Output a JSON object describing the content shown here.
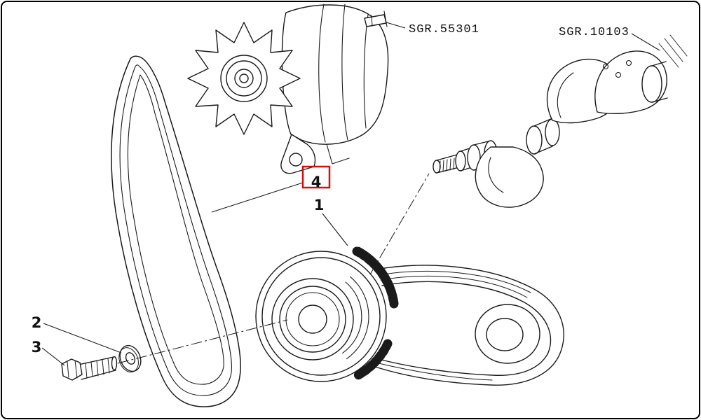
{
  "page": {
    "background": "#ffffff",
    "border_color": "#000000"
  },
  "colors": {
    "line": "#1a1a1a",
    "highlight": "#cc1111"
  },
  "part_refs": {
    "alternator": "SGR.55301",
    "crankshaft": "SGR.10103"
  },
  "callouts": {
    "pulley": {
      "label": "1",
      "highlighted": false
    },
    "washer": {
      "label": "2",
      "highlighted": false
    },
    "bolt": {
      "label": "3",
      "highlighted": false
    },
    "belt": {
      "label": "4",
      "highlighted": true
    }
  }
}
